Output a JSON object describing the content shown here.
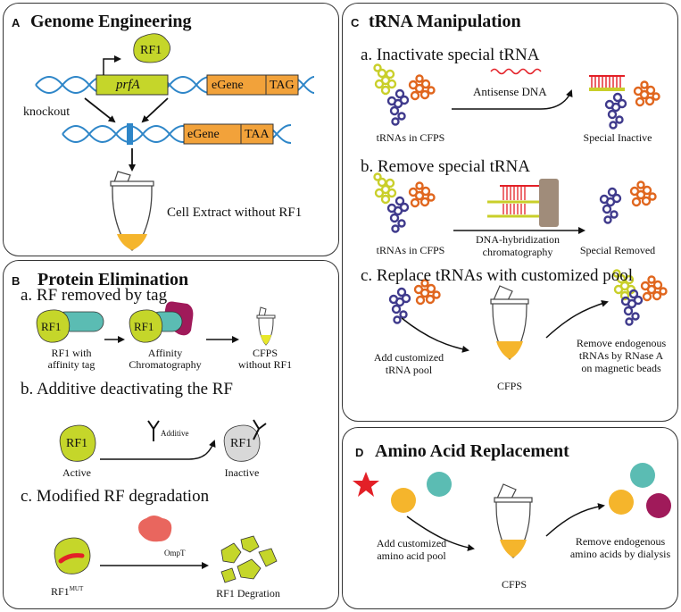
{
  "panels": {
    "A": {
      "letter": "A",
      "title": "Genome Engineering",
      "prfA": "prfA",
      "rf1": "RF1",
      "egene": "eGene",
      "tag": "TAG",
      "taa": "TAA",
      "knockout": "knockout",
      "extract": "Cell Extract without RF1"
    },
    "B": {
      "letter": "B",
      "title": "Protein Elimination",
      "a_title": "a. RF removed by tag",
      "rf1": "RF1",
      "rf1_tag_1": "RF1 with",
      "rf1_tag_2": "affinity tag",
      "affinity_1": "Affinity",
      "affinity_2": "Chromatography",
      "cfps_1": "CFPS",
      "cfps_2": "without RF1",
      "b_title": "b. Additive deactivating the RF",
      "additive": "Additive",
      "active": "Active",
      "inactive": "Inactive",
      "c_title": "c. Modified RF degradation",
      "ompt": "OmpT",
      "rf1mut": "RF1",
      "mut_sup": "MUT",
      "degration": "RF1 Degration"
    },
    "C": {
      "letter": "C",
      "title": "tRNA Manipulation",
      "a_title": "a. Inactivate special tRNA",
      "antisense": "Antisense DNA",
      "trnas_cfps": "tRNAs in CFPS",
      "special_inactive": "Special Inactive",
      "b_title": "b. Remove special tRNA",
      "hybrid_1": "DNA-hybridization",
      "hybrid_2": "chromatography",
      "special_removed": "Special Removed",
      "c_title": "c. Replace tRNAs with customized pool",
      "add_1": "Add customized",
      "add_2": "tRNA pool",
      "cfps": "CFPS",
      "remove_1": "Remove endogenous",
      "remove_2": "tRNAs by RNase A",
      "remove_3": "on magnetic beads"
    },
    "D": {
      "letter": "D",
      "title": "Amino Acid Replacement",
      "add_1": "Add customized",
      "add_2": "amino acid pool",
      "cfps": "CFPS",
      "remove_1": "Remove endogenous",
      "remove_2": "amino acids by dialysis"
    }
  },
  "colors": {
    "dna": "#2e86c8",
    "rf1": "#c5d62a",
    "egene": "#f2a23a",
    "tube_fill": "#f5b52c",
    "trna_yellow": "#c9cf2a",
    "trna_orange": "#e0661e",
    "trna_blue": "#3f3a8c",
    "tag_teal": "#5bbcb3",
    "magenta": "#a01a5a",
    "ompt": "#e9665e",
    "red": "#e32027",
    "column": "#a08c7a"
  }
}
